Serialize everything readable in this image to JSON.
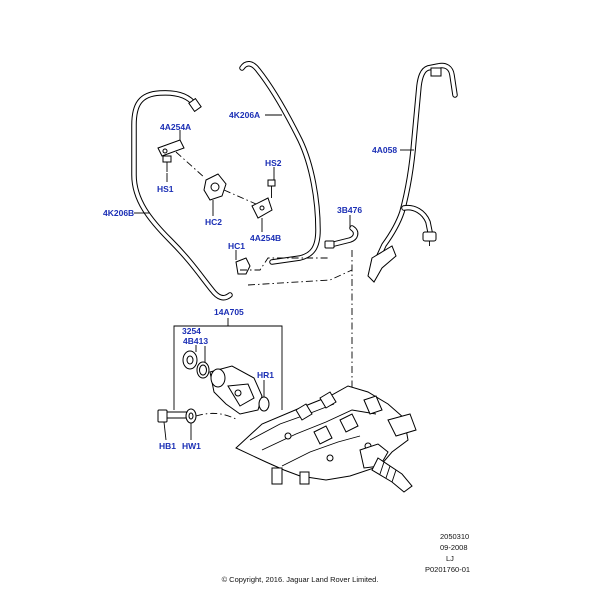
{
  "callouts": {
    "k206a": "4K206A",
    "a254a": "4A254A",
    "hs2": "HS2",
    "hs1": "HS1",
    "hc2": "HC2",
    "k206b": "4K206B",
    "a254b": "4A254B",
    "hc1": "HC1",
    "a058": "4A058",
    "b476": "3B476",
    "a705": "14A705",
    "p3254": "3254",
    "b413": "4B413",
    "hr1": "HR1",
    "hb1": "HB1",
    "hw1": "HW1"
  },
  "footer": {
    "code": "2050310",
    "date": "09-2008",
    "initials": "LJ",
    "ref": "P0201760-01"
  },
  "copyright": "© Copyright, 2016. Jaguar Land Rover Limited.",
  "colors": {
    "callout_text": "#1b2fb5",
    "line_art": "#000000",
    "background": "#ffffff"
  }
}
